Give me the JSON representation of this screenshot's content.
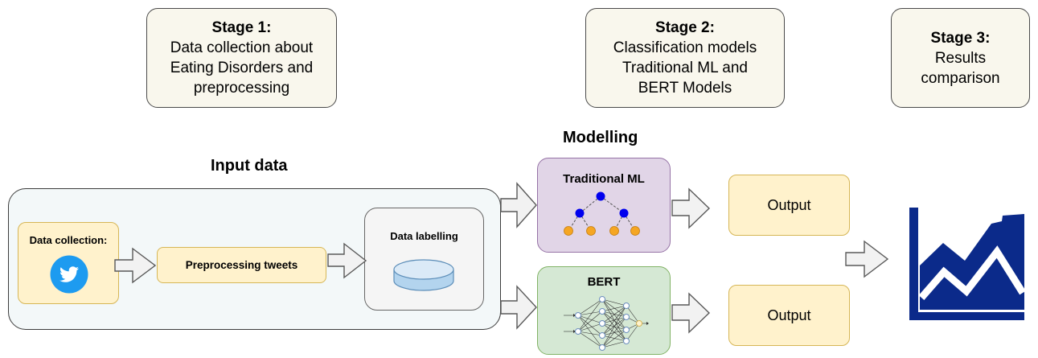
{
  "stages": [
    {
      "title": "Stage 1:",
      "lines": [
        "Data collection about",
        "Eating Disorders and",
        "preprocessing"
      ]
    },
    {
      "title": "Stage 2:",
      "lines": [
        "Classification models",
        "Traditional ML and",
        "BERT Models"
      ]
    },
    {
      "title": "Stage 3:",
      "lines": [
        "Results",
        "comparison"
      ]
    }
  ],
  "headings": {
    "modelling": "Modelling",
    "input_data": "Input data"
  },
  "input": {
    "data_collection": "Data collection:",
    "preprocessing": "Preprocessing tweets",
    "labelling": "Data labelling"
  },
  "models": {
    "traditional_ml": "Traditional ML",
    "bert": "BERT"
  },
  "outputs": [
    "Output",
    "Output"
  ],
  "icons": {
    "collection": "twitter-bird-icon",
    "labelling": "database-disk-icon",
    "traditional_ml": "decision-tree-icon",
    "bert": "neural-network-icon",
    "results": "area-chart-icon"
  },
  "colors": {
    "stage_fill": "#f9f7ed",
    "yellow_fill": "#fff2cc",
    "yellow_border": "#d6b656",
    "purple_fill": "#e1d5e7",
    "purple_border": "#9673a6",
    "green_fill": "#d5e8d4",
    "green_border": "#82b366",
    "input_fill": "#f3f8f9",
    "twitter_blue": "#1d9bf0",
    "chart_navy": "#0b2a8a"
  }
}
